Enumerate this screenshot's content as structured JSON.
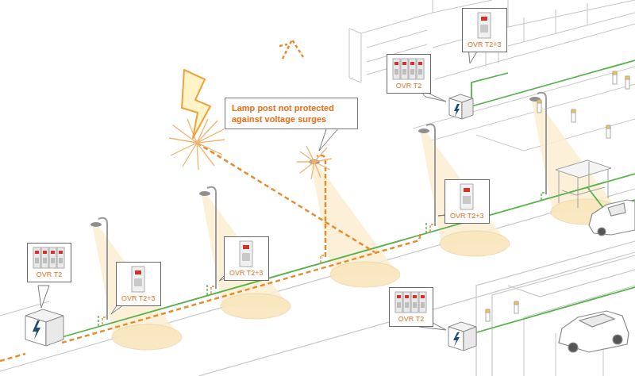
{
  "diagram": {
    "nodes": [
      {
        "text": [
          "OVR T2+3"
        ]
      },
      {
        "text": [
          "OVR T2"
        ]
      },
      {
        "text": [
          "Lamp post not protected against voltage surges"
        ]
      },
      {
        "text": [
          "OVR T2+3"
        ]
      },
      {
        "text": [
          "OVR T2"
        ]
      },
      {
        "text": [
          "OVR T2+3"
        ]
      },
      {
        "text": [
          "OVR T2+3"
        ]
      },
      {
        "text": [
          "OVR T2"
        ]
      }
    ]
  }
}
